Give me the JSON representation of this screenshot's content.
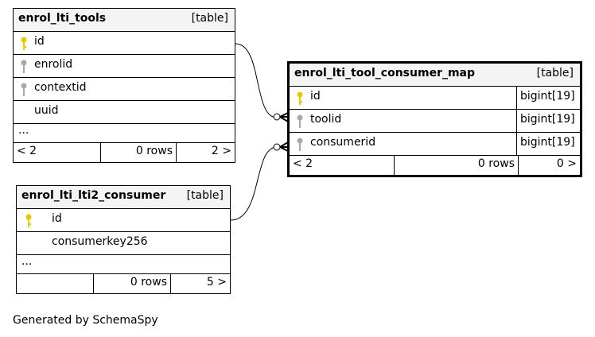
{
  "tables": {
    "tools": {
      "name": "enrol_lti_tools",
      "type": "[table]",
      "columns": [
        {
          "name": "id",
          "key": "primary"
        },
        {
          "name": "enrolid",
          "key": "foreign"
        },
        {
          "name": "contextid",
          "key": "foreign"
        },
        {
          "name": "uuid",
          "key": "none"
        }
      ],
      "more": "...",
      "footer": {
        "left": "< 2",
        "middle": "0 rows",
        "right": "2 >"
      }
    },
    "consumer": {
      "name": "enrol_lti_lti2_consumer",
      "type": "[table]",
      "columns": [
        {
          "name": "id",
          "key": "primary"
        },
        {
          "name": "consumerkey256",
          "key": "none"
        }
      ],
      "more": "...",
      "footer": {
        "left": "",
        "middle": "0 rows",
        "right": "5 >"
      }
    },
    "map": {
      "name": "enrol_lti_tool_consumer_map",
      "type": "[table]",
      "columns": [
        {
          "name": "id",
          "key": "primary",
          "datatype": "bigint[19]"
        },
        {
          "name": "toolid",
          "key": "foreign",
          "datatype": "bigint[19]"
        },
        {
          "name": "consumerid",
          "key": "foreign",
          "datatype": "bigint[19]"
        }
      ],
      "footer": {
        "left": "< 2",
        "middle": "0 rows",
        "right": "0 >"
      }
    }
  },
  "colors": {
    "primary_key": "#e6c800",
    "foreign_key": "#a8a8a8",
    "header_bg": "#f4f4f4"
  },
  "generated_by": "Generated by SchemaSpy"
}
